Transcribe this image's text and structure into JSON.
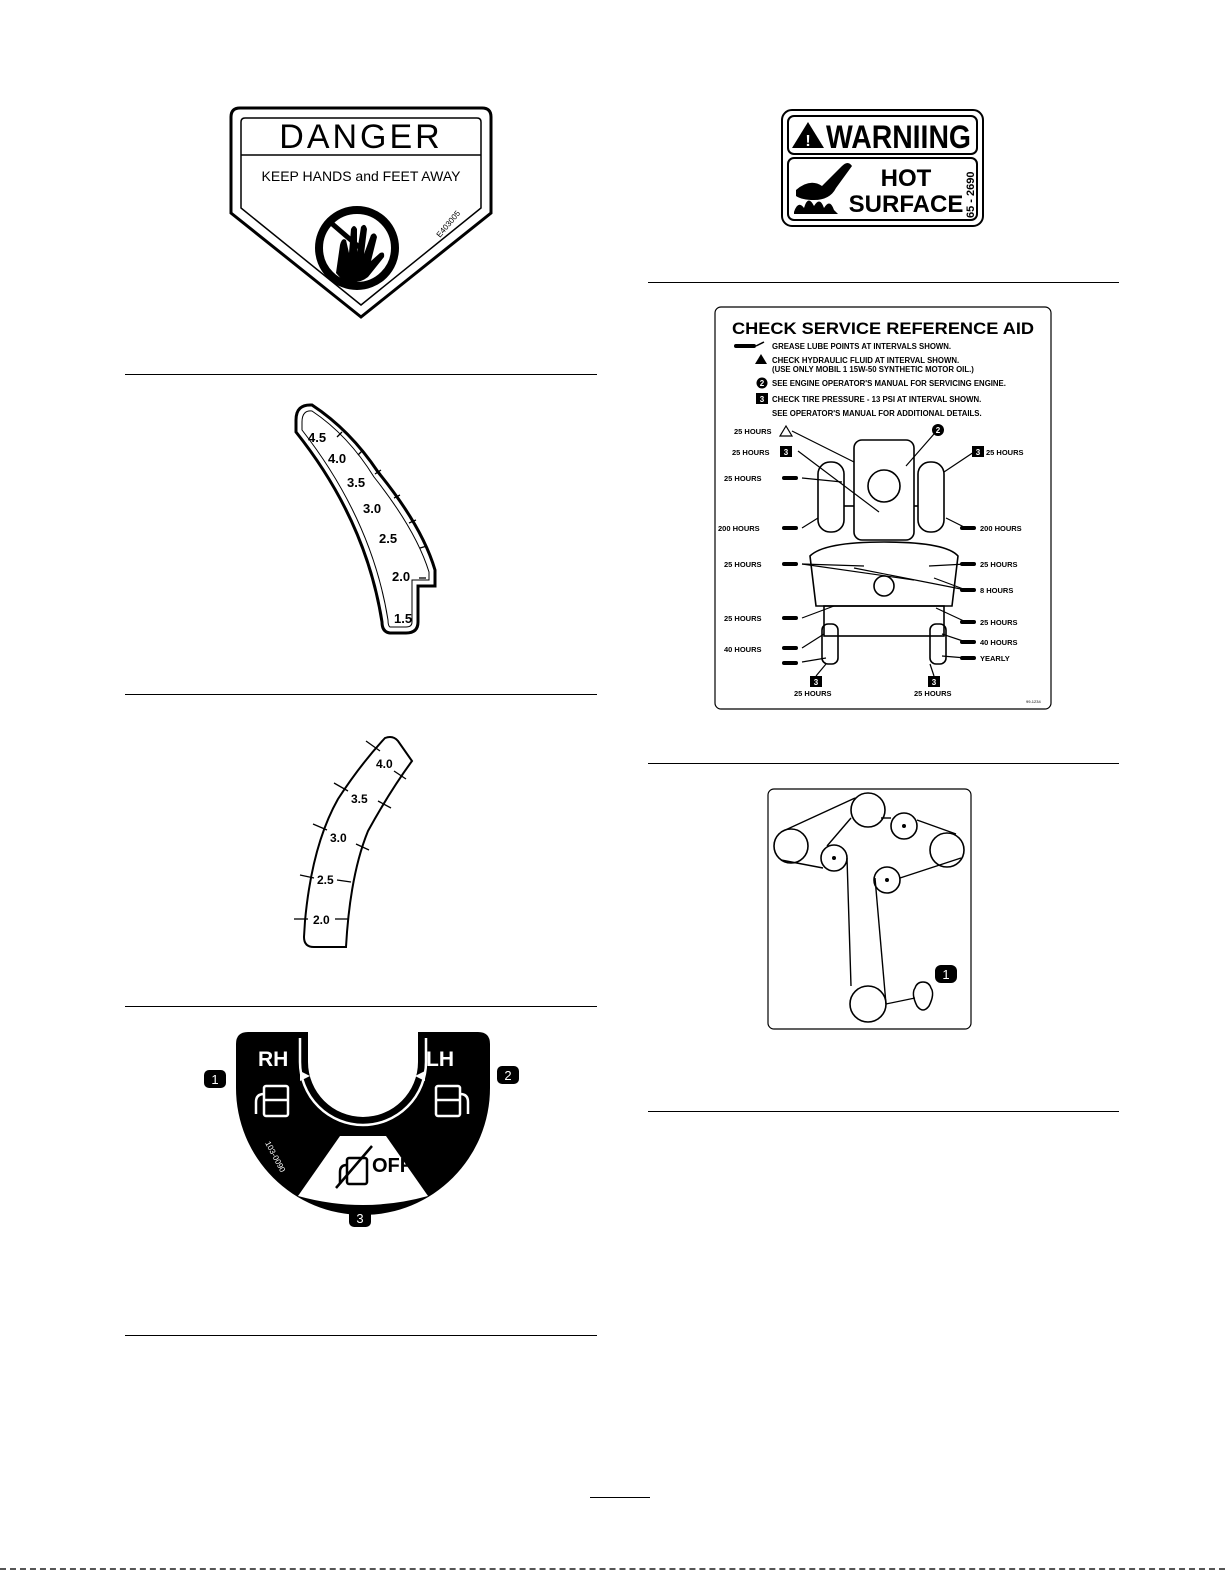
{
  "danger_decal": {
    "heading": "DANGER",
    "message": "KEEP HANDS and FEET AWAY",
    "part_number": "E403005"
  },
  "warning_decal": {
    "heading": "WARNIING",
    "line1": "HOT",
    "line2": "SURFACE",
    "part_number": "65 - 2690"
  },
  "height_decal_a": {
    "ticks": [
      "4.5",
      "4.0",
      "3.5",
      "3.0",
      "2.5",
      "2.0",
      "1.5"
    ]
  },
  "height_decal_b": {
    "ticks": [
      "4.0",
      "3.5",
      "3.0",
      "2.5",
      "2.0"
    ]
  },
  "service_aid": {
    "title": "CHECK SERVICE REFERENCE AID",
    "instructions": [
      "GREASE LUBE POINTS AT INTERVALS SHOWN.",
      "CHECK HYDRAULIC FLUID AT INTERVAL SHOWN.",
      "(USE ONLY MOBIL 1 15W-50 SYNTHETIC MOTOR OIL.)",
      "SEE ENGINE OPERATOR'S MANUAL FOR SERVICING ENGINE.",
      "CHECK TIRE PRESSURE - 13 PSI AT INTERVAL SHOWN.",
      "SEE OPERATOR'S MANUAL FOR ADDITIONAL DETAILS."
    ],
    "marker_2": "2",
    "marker_3": "3",
    "left_labels": [
      "25 HOURS",
      "25 HOURS",
      "25 HOURS",
      "200 HOURS",
      "25 HOURS",
      "25 HOURS",
      "40 HOURS"
    ],
    "right_labels": [
      "25 HOURS",
      "200 HOURS",
      "25 HOURS",
      "8 HOURS",
      "25 HOURS",
      "40 HOURS",
      "YEARLY"
    ],
    "bottom_labels": [
      "25 HOURS",
      "25 HOURS"
    ],
    "part_number": "99-1234"
  },
  "belt_diagram": {
    "callout": "1"
  },
  "fuel_valve_decal": {
    "left": "RH",
    "right": "LH",
    "center": "OFF",
    "part_number": "103-0090",
    "callouts": [
      "1",
      "2",
      "3"
    ]
  }
}
